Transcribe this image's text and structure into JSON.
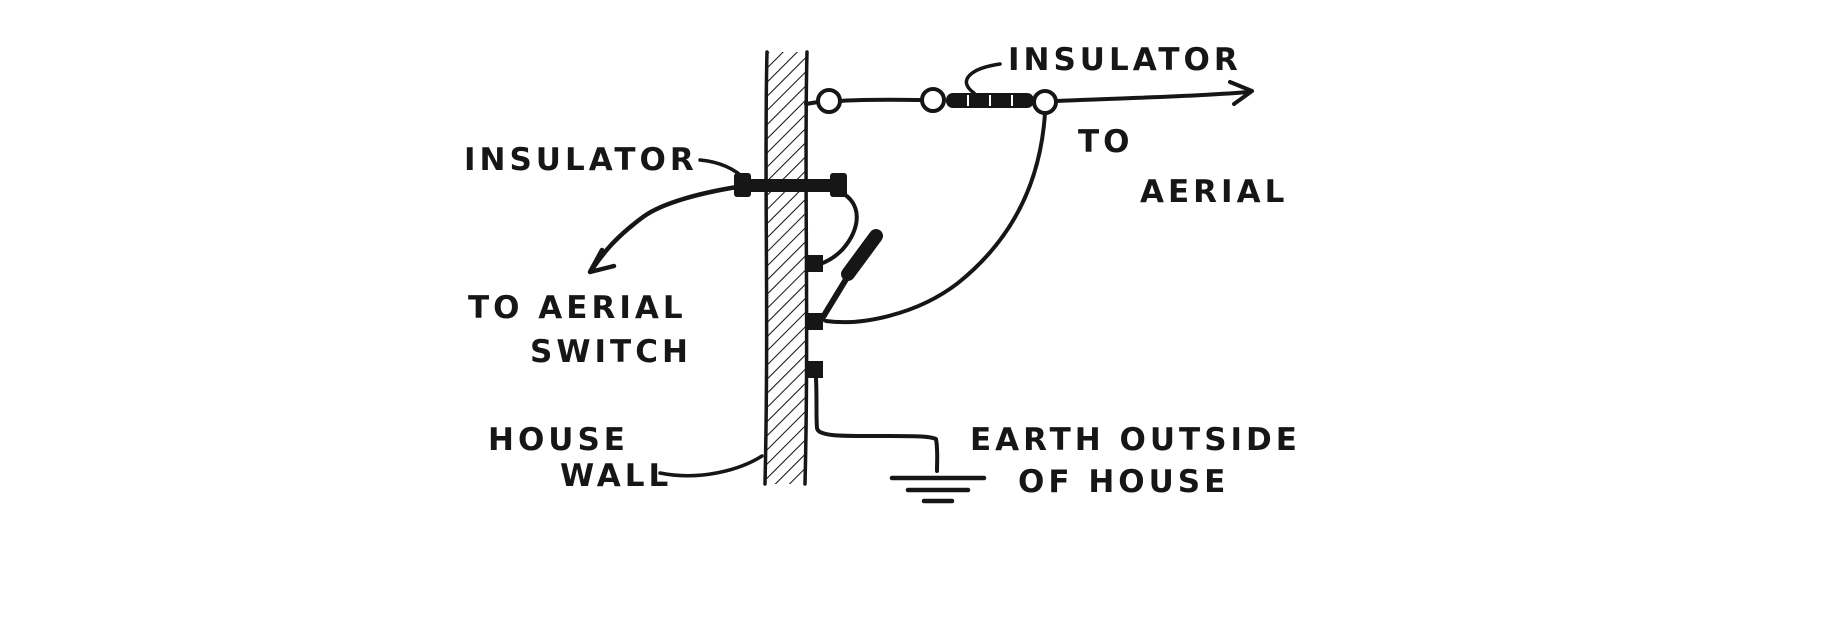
{
  "diagram": {
    "title": "Aerial lead-in and earth wiring through house wall",
    "labels": {
      "insulator_top": "INSULATOR",
      "insulator_left": "INSULATOR",
      "to_aerial_line1": "TO",
      "to_aerial_line2": "AERIAL",
      "to_aerial_switch_line1": "TO AERIAL",
      "to_aerial_switch_line2": "SWITCH",
      "house_wall_line1": "HOUSE",
      "house_wall_line2": "WALL",
      "earth_line1": "EARTH OUTSIDE",
      "earth_line2": "OF HOUSE"
    },
    "colors": {
      "ink": "#161616",
      "background": "#ffffff"
    },
    "components": {
      "wall": "house-wall",
      "aerial_wire_insulator": "inline-insulator-on-aerial-wire",
      "wall_insulator": "tube-insulator-through-wall",
      "switch": "knife-switch-on-inner-wall",
      "earth": "earth-ground-symbol"
    }
  }
}
